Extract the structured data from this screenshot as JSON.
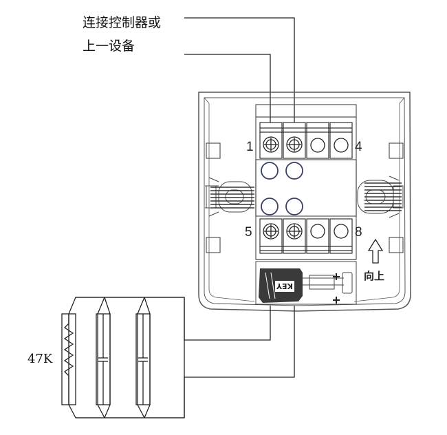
{
  "labels": {
    "connect_line1": "连接控制器或",
    "connect_line2": "上一设备",
    "resistor": "47K",
    "up": "向上",
    "key": "KEY"
  },
  "terminals": {
    "t1": "1",
    "t4": "4",
    "t5": "5",
    "t8": "8"
  },
  "colors": {
    "line": "#222222",
    "housing": "#555555",
    "key_fill": "#3a3a3a",
    "hole_stroke": "#3a3f66"
  }
}
